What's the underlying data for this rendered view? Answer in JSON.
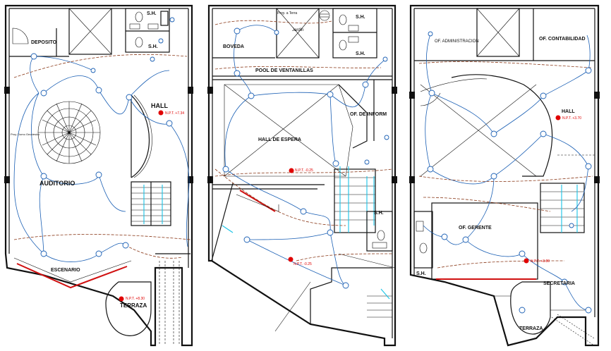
{
  "colors": {
    "wall": "#111111",
    "circuit_blue": "#1a5fb4",
    "circuit_brown": "#8b3a1a",
    "accent_cyan": "#19c3e6",
    "level_red": "#e00000"
  },
  "plan1": {
    "deposito": "DEPOSITO",
    "sh_top": "S.H.",
    "sh_bottom": "S.H.",
    "hall": "HALL",
    "npt": "N.P.T. +7.34",
    "auditorio": "AUDITORIO",
    "escenario": "ESCENARIO",
    "terraza": "TERRAZA",
    "npt_terraza": "N.P.T. +8.30",
    "domo_note": "Proy. Domo Geodesico"
  },
  "plan2": {
    "proy_terra": "Proy. a Terra",
    "jardin": "Jardin",
    "sh_top": "S.H.",
    "sh_bottom": "S.H.",
    "boveda": "BOVEDA",
    "pool": "POOL DE VENTANILLAS",
    "of_informe": "OF. DE INFORM",
    "hall_espera": "HALL DE ESPERA",
    "npt": "N.P.T. -0.25",
    "sh_right": "S.H.",
    "npt_low": "N.P.T. -0.25"
  },
  "plan3": {
    "of_admin": "OF. ADMINISTRACION",
    "of_contab": "OF. CONTABILIDAD",
    "hall": "HALL",
    "npt": "N.P.T. +3.70",
    "of_gerente": "OF. GERENTE",
    "npt_gerente": "N.P.T. +3.80",
    "secretaria": "SECRETARIA",
    "sh": "S.H.",
    "terraza": "TERRAZA"
  }
}
